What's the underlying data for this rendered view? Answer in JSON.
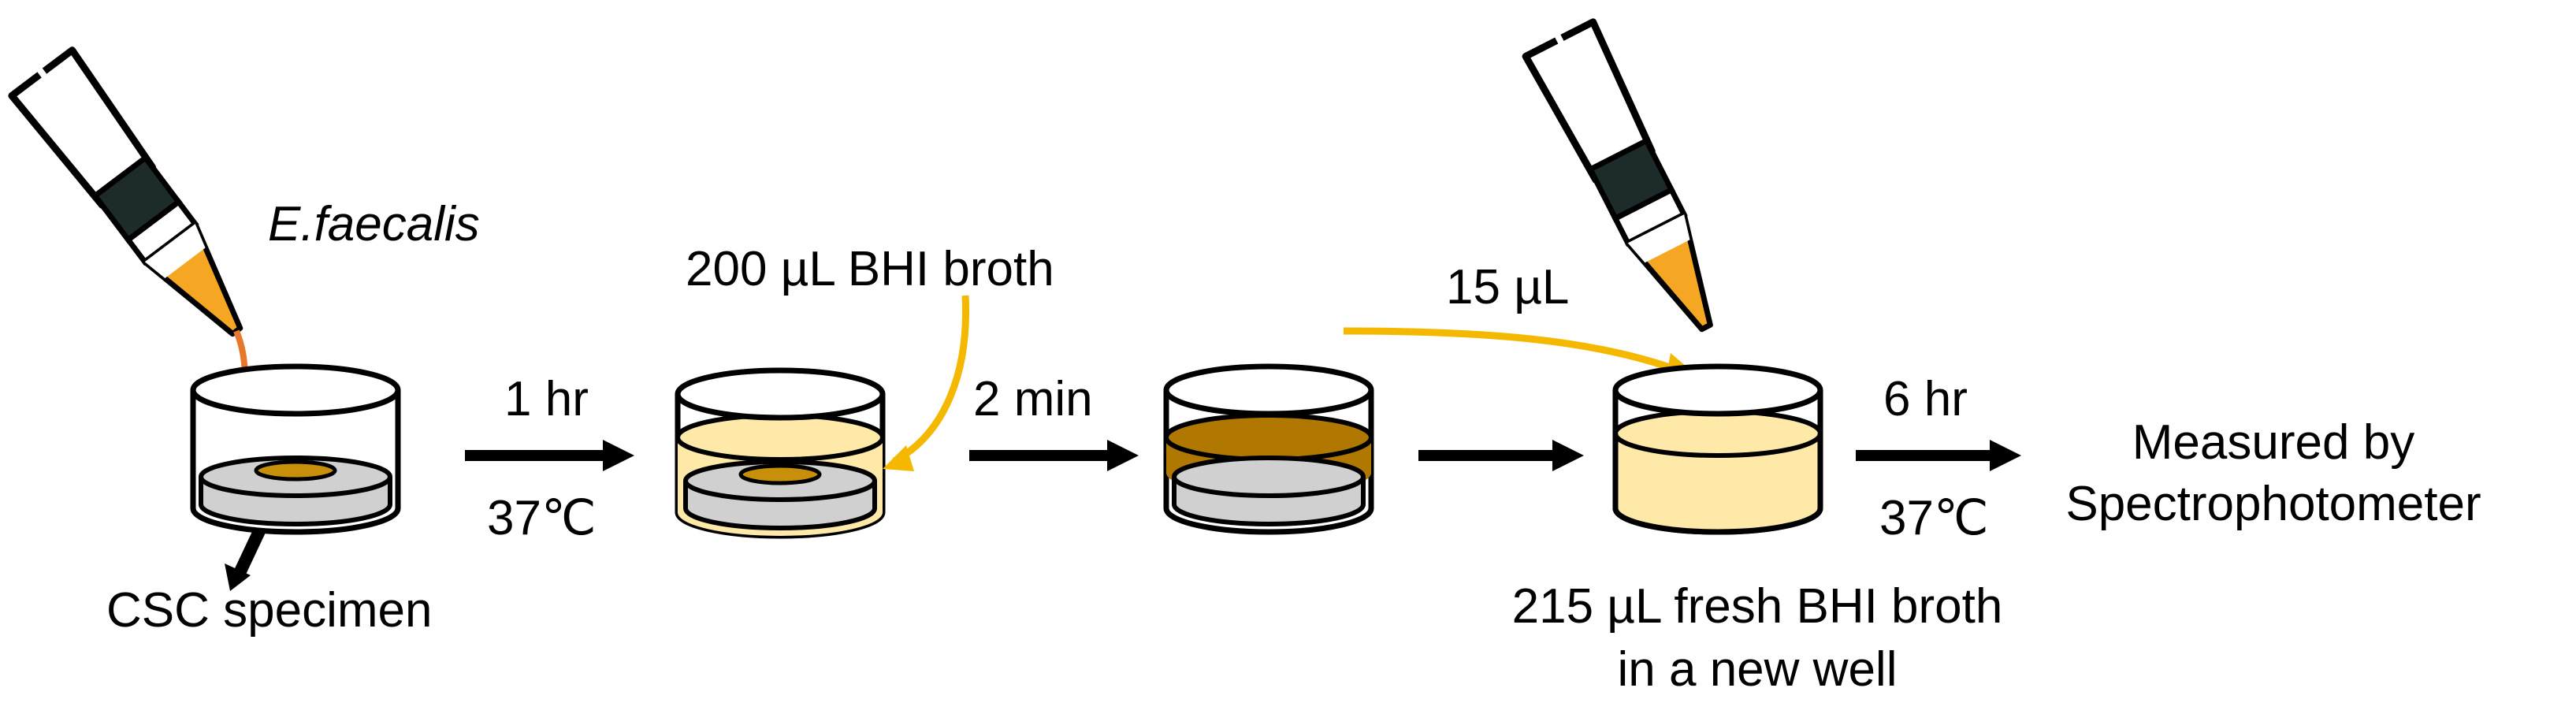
{
  "labels": {
    "organism": "E.faecalis",
    "broth_added": "200 µL BHI broth",
    "transfer_volume": "15 µL",
    "step1_time": "1 hr",
    "step1_temp": "37℃",
    "step2_time": "2 min",
    "step4_time": "6 hr",
    "step4_temp": "37℃",
    "specimen": "CSC specimen",
    "fresh_broth_line1": "215 µL fresh BHI broth",
    "fresh_broth_line2": "in a new well",
    "result_line1": "Measured by",
    "result_line2": "Spectrophotometer"
  },
  "colors": {
    "outline": "#000000",
    "pipette_tip": "#F5A623",
    "pipette_dark": "#1a2a2a",
    "orange_path": "#E8772E",
    "yellow_arrow": "#F5B800",
    "broth_light": "#FFE9A8",
    "broth_dark": "#B07800",
    "specimen_grey": "#D0D0D0",
    "bacteria_drop": "#C8900A"
  },
  "icons": [
    "pipette-icon",
    "well-icon",
    "arrow-icon"
  ]
}
